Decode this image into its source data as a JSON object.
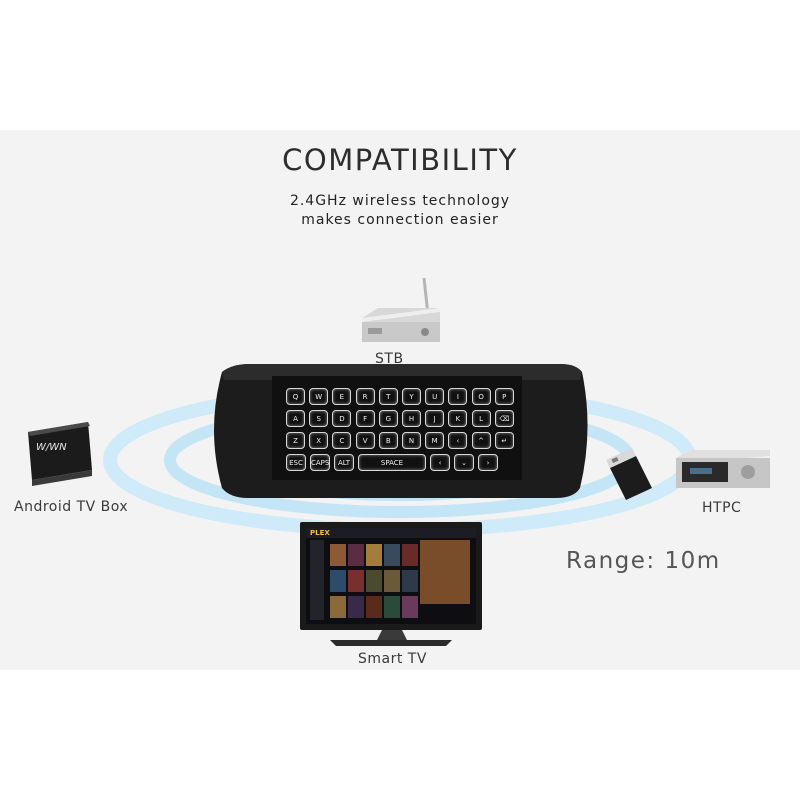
{
  "header": {
    "title": "COMPATIBILITY",
    "subtitle_line1": "2.4GHz wireless technology",
    "subtitle_line2": "makes connection easier"
  },
  "devices": {
    "stb_label": "STB",
    "android_label": "Android TV Box",
    "htpc_label": "HTPC",
    "tv_label": "Smart TV",
    "android_brand": "W/WN"
  },
  "range_text": "Range: 10m",
  "keyboard": {
    "row1": [
      "Q",
      "W",
      "E",
      "R",
      "T",
      "Y",
      "U",
      "I",
      "O",
      "P"
    ],
    "row2": [
      "A",
      "S",
      "D",
      "F",
      "G",
      "H",
      "J",
      "K",
      "L",
      "⌫"
    ],
    "row3": [
      "Z",
      "X",
      "C",
      "V",
      "B",
      "N",
      "M",
      "‹",
      "^",
      "↵"
    ],
    "row4": [
      "ESC",
      "CAPS",
      "ALT",
      "SPACE",
      "‹",
      "⌄",
      "›"
    ]
  },
  "tv_app_name": "PLEX",
  "colors": {
    "wave": "#bfe3f5",
    "remote": "#1a1a1a",
    "panel": "#f3f3f3"
  }
}
